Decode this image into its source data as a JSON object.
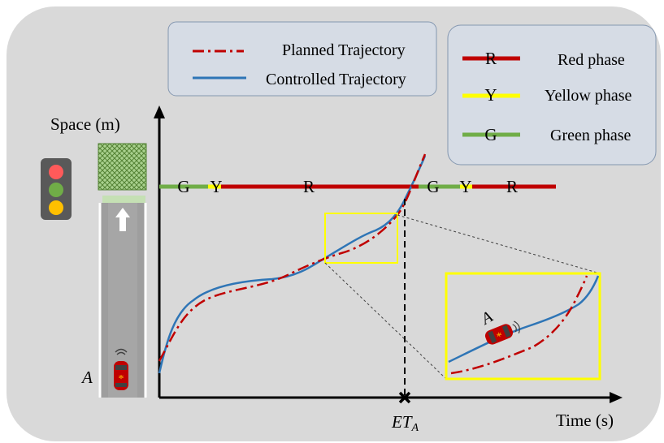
{
  "legend_trajectory": {
    "items": [
      {
        "label": "Planned Trajectory",
        "color": "#c00000",
        "style": "dash-dot"
      },
      {
        "label": "Controlled Trajectory",
        "color": "#2e75b6",
        "style": "solid"
      }
    ]
  },
  "legend_phase": {
    "items": [
      {
        "letter": "R",
        "label": "Red phase",
        "color": "#c00000"
      },
      {
        "letter": "Y",
        "label": "Yellow phase",
        "color": "#ffff00"
      },
      {
        "letter": "G",
        "label": "Green phase",
        "color": "#70ad47"
      }
    ]
  },
  "axes": {
    "y_label": "Space (m)",
    "x_label": "Time (s)",
    "event_label_main": "ET",
    "event_label_sub": "A"
  },
  "phase_bar": {
    "first_cycle": [
      "G",
      "Y",
      "R"
    ],
    "second_cycle": [
      "G",
      "Y",
      "R"
    ]
  },
  "vehicle": {
    "label": "A",
    "body_color": "#c00000",
    "marker_color": "#ffc000"
  },
  "traffic_light": {
    "lamps": [
      "#ff5a5a",
      "#70ad47",
      "#ffc000"
    ]
  },
  "colors": {
    "background_panel": "#d9d9d9",
    "legend_fill": "#d6dce5",
    "zoom_box": "#ffff00",
    "axis": "#000000"
  }
}
